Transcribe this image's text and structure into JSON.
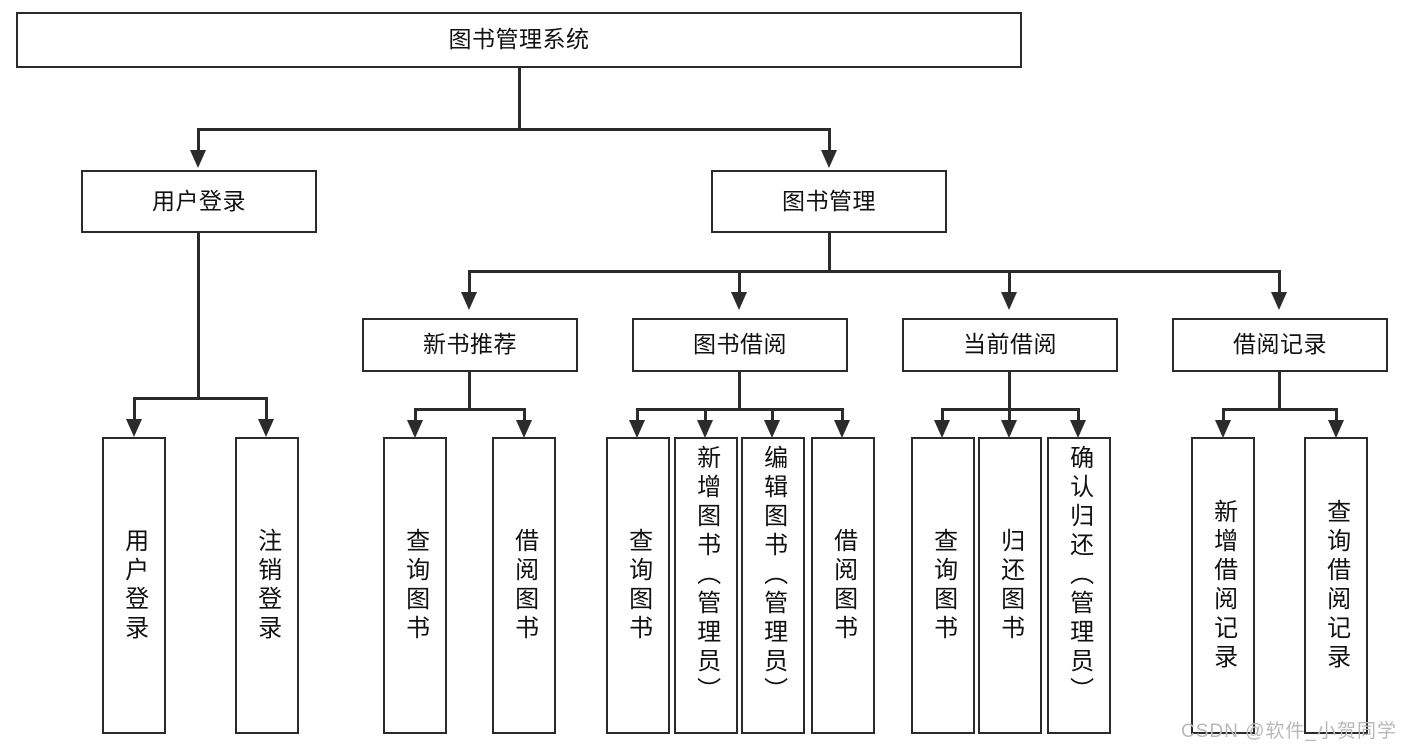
{
  "chart_data": {
    "type": "diagram",
    "subtype": "tree-hierarchy",
    "title": "图书管理系统",
    "orientation": "top-down",
    "levels": 4,
    "nodes": [
      {
        "id": "root",
        "label": "图书管理系统",
        "level": 0,
        "parent": null
      },
      {
        "id": "login",
        "label": "用户登录",
        "level": 1,
        "parent": "root"
      },
      {
        "id": "bookmgmt",
        "label": "图书管理",
        "level": 1,
        "parent": "root"
      },
      {
        "id": "newbook",
        "label": "新书推荐",
        "level": 2,
        "parent": "bookmgmt"
      },
      {
        "id": "borrow",
        "label": "图书借阅",
        "level": 2,
        "parent": "bookmgmt"
      },
      {
        "id": "current",
        "label": "当前借阅",
        "level": 2,
        "parent": "bookmgmt"
      },
      {
        "id": "record",
        "label": "借阅记录",
        "level": 2,
        "parent": "bookmgmt"
      },
      {
        "id": "l1",
        "label": "用户登录",
        "level": 2,
        "parent": "login"
      },
      {
        "id": "l2",
        "label": "注销登录",
        "level": 2,
        "parent": "login"
      },
      {
        "id": "n1",
        "label": "查询图书",
        "level": 3,
        "parent": "newbook"
      },
      {
        "id": "n2",
        "label": "借阅图书",
        "level": 3,
        "parent": "newbook"
      },
      {
        "id": "b1",
        "label": "查询图书",
        "level": 3,
        "parent": "borrow"
      },
      {
        "id": "b2",
        "label": "新增图书（管理员）",
        "level": 3,
        "parent": "borrow"
      },
      {
        "id": "b3",
        "label": "编辑图书（管理员）",
        "level": 3,
        "parent": "borrow"
      },
      {
        "id": "b4",
        "label": "借阅图书",
        "level": 3,
        "parent": "borrow"
      },
      {
        "id": "c1",
        "label": "查询图书",
        "level": 3,
        "parent": "current"
      },
      {
        "id": "c2",
        "label": "归还图书",
        "level": 3,
        "parent": "current"
      },
      {
        "id": "c3",
        "label": "确认归还（管理员）",
        "level": 3,
        "parent": "current"
      },
      {
        "id": "r1",
        "label": "新增借阅记录",
        "level": 3,
        "parent": "record"
      },
      {
        "id": "r2",
        "label": "查询借阅记录",
        "level": 3,
        "parent": "record"
      }
    ],
    "colors": {
      "box_border": "#2b2b2b",
      "box_fill": "#ffffff",
      "connector": "#2b2b2b",
      "text": "#111111",
      "watermark": "#b9b9b9"
    }
  },
  "diagram": {
    "root": {
      "label": "图书管理系统"
    },
    "level1": [
      {
        "label": "用户登录"
      },
      {
        "label": "图书管理"
      }
    ],
    "level2": [
      {
        "label": "新书推荐"
      },
      {
        "label": "图书借阅"
      },
      {
        "label": "当前借阅"
      },
      {
        "label": "借阅记录"
      }
    ],
    "leaves": {
      "login": [
        {
          "label": "用户登录"
        },
        {
          "label": "注销登录"
        }
      ],
      "newbook": [
        {
          "label": "查询图书"
        },
        {
          "label": "借阅图书"
        }
      ],
      "borrow": [
        {
          "label": "查询图书"
        },
        {
          "label": "新增图书（管理员）"
        },
        {
          "label": "编辑图书（管理员）"
        },
        {
          "label": "借阅图书"
        }
      ],
      "current": [
        {
          "label": "查询图书"
        },
        {
          "label": "归还图书"
        },
        {
          "label": "确认归还（管理员）"
        }
      ],
      "record": [
        {
          "label": "新增借阅记录"
        },
        {
          "label": "查询借阅记录"
        }
      ]
    }
  },
  "watermark": {
    "text": "CSDN @软件_小贺同学"
  }
}
